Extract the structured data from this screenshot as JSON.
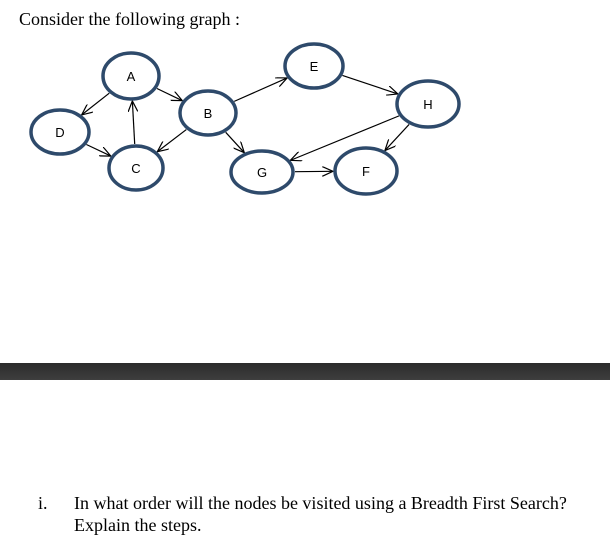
{
  "heading": "Consider the following graph :",
  "graph": {
    "nodes": [
      {
        "id": "A",
        "label": "A"
      },
      {
        "id": "B",
        "label": "B"
      },
      {
        "id": "C",
        "label": "C"
      },
      {
        "id": "D",
        "label": "D"
      },
      {
        "id": "E",
        "label": "E"
      },
      {
        "id": "F",
        "label": "F"
      },
      {
        "id": "G",
        "label": "G"
      },
      {
        "id": "H",
        "label": "H"
      }
    ],
    "edges": [
      {
        "from": "A",
        "to": "D"
      },
      {
        "from": "A",
        "to": "B"
      },
      {
        "from": "D",
        "to": "C"
      },
      {
        "from": "C",
        "to": "A"
      },
      {
        "from": "B",
        "to": "C"
      },
      {
        "from": "B",
        "to": "E"
      },
      {
        "from": "B",
        "to": "G"
      },
      {
        "from": "E",
        "to": "H"
      },
      {
        "from": "H",
        "to": "G"
      },
      {
        "from": "H",
        "to": "F"
      },
      {
        "from": "G",
        "to": "F"
      }
    ]
  },
  "question": {
    "number": "i.",
    "text": "In what order will the nodes be visited using a Breadth First Search? Explain the steps."
  }
}
